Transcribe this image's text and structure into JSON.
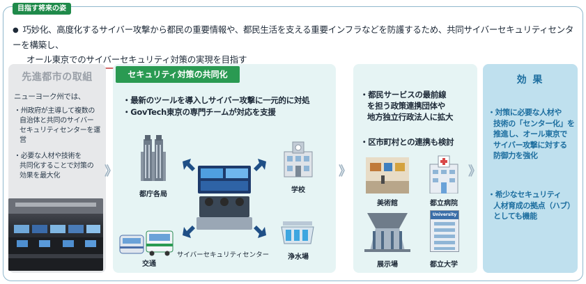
{
  "header_tab": "目指す将来の姿",
  "intro": {
    "bullet": "●",
    "line1": "巧妙化、高度化するサイバー攻撃から都民の重要情報や、都民生活を支える重要インフラなどを防護するため、共同サイバーセキュリティセンターを構築し、",
    "line2": "オール東京でのサイバーセキュリティ対策の実現を目指す"
  },
  "col1": {
    "heading": "先進都市の取組",
    "intro": "ニューヨーク州では、",
    "bullet1": [
      "・州政府が主導して複数の",
      "自治体と共同のサイバー",
      "セキュリティセンターを運営"
    ],
    "bullet2": [
      "・必要な人材や技術を",
      "共同化することで対策の",
      "効果を最大化"
    ]
  },
  "col2": {
    "title": "セキュリティ対策の共同化",
    "bullet1": "・最新のツールを導入しサイバー攻撃に一元的に対処",
    "bullet2": "・GovTech東京の専門チームが対応を支援",
    "labels": {
      "gov": "都庁各局",
      "school": "学校",
      "transport": "交通",
      "center": "サイバーセキュリティセンター",
      "water": "浄水場"
    }
  },
  "col3": {
    "bullet1": [
      "・都民サービスの最前線",
      "を担う政策連携団体や",
      "地方独立行政法人に拡大"
    ],
    "bullet2": "・区市町村との連携も検討",
    "labels": {
      "museum": "美術館",
      "hospital": "都立病院",
      "exhibition": "展示場",
      "university": "都立大学",
      "univ_sign": "University"
    }
  },
  "col4": {
    "heading": "効 果",
    "bullet1": [
      "・対策に必要な人材や",
      "技術の「センター化」を",
      "推進し、オール東京で",
      "サイバー攻撃に対する",
      "防御力を強化"
    ],
    "bullet2": [
      "・希少なセキュリティ",
      "人材育成の拠点（ハブ）",
      "としても機能"
    ]
  },
  "chevron": "》",
  "colors": {
    "green": "#2a9a52",
    "blue_text": "#1e6fa0",
    "panel_teal": "#e6f4f4",
    "panel_blue": "#bfe0ee",
    "panel_gray": "#e7e8ea"
  }
}
